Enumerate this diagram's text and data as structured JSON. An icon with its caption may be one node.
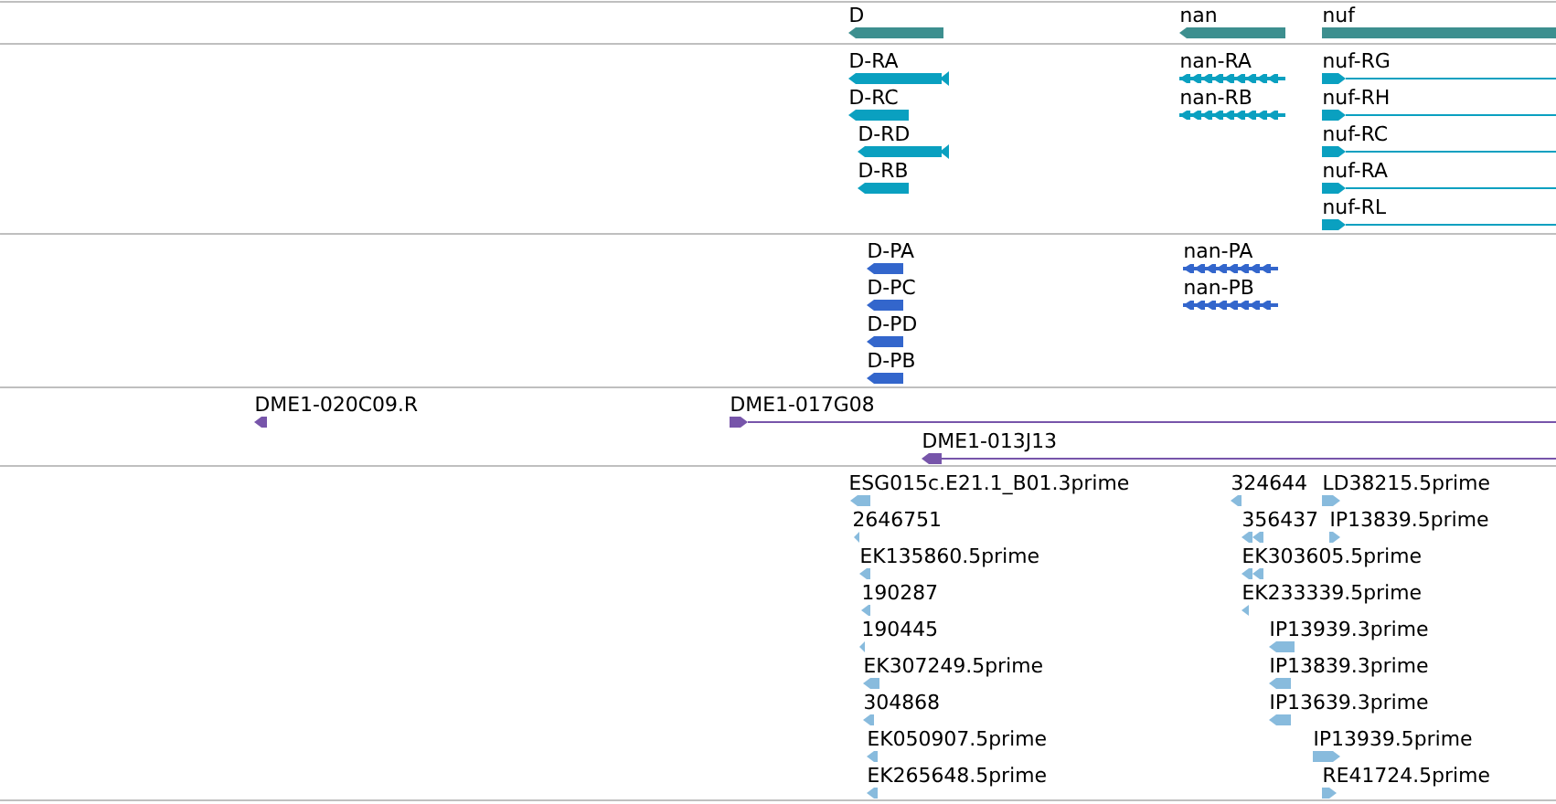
{
  "diagram": {
    "labels": [
      "D",
      "nan",
      "nuf",
      "D-RA",
      "nan-RA",
      "nuf-RG",
      "D-RC",
      "nan-RB",
      "nuf-RH",
      "D-RD",
      "nuf-RC",
      "D-RB",
      "nuf-RA",
      "nuf-RL",
      "D-PA",
      "nan-PA",
      "D-PC",
      "nan-PB",
      "D-PD",
      "D-PB",
      "DME1-020C09.R",
      "DME1-017G08",
      "DME1-013J13",
      "ESG015c.E21.1_B01.3prime",
      "324644",
      "LD38215.5prime",
      "2646751",
      "356437",
      "IP13839.5prime",
      "EK135860.5prime",
      "EK303605.5prime",
      "190287",
      "EK233339.5prime",
      "190445",
      "IP13939.3prime",
      "EK307249.5prime",
      "IP13839.3prime",
      "304868",
      "IP13639.3prime",
      "EK050907.5prime",
      "IP13939.5prime",
      "EK265648.5prime",
      "RE41724.5prime"
    ]
  }
}
